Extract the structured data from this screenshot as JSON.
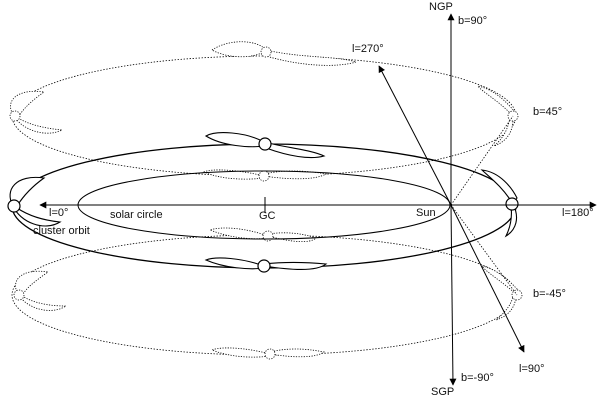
{
  "labels": {
    "ngp": "NGP",
    "sgp": "SGP",
    "b90": "b=90°",
    "bm90": "b=-90°",
    "b45": "b=45°",
    "bm45": "b=-45°",
    "l270": "l=270°",
    "l90": "l=90°",
    "l0": "l=0°",
    "l180": "l=180°",
    "gc": "GC",
    "sun": "Sun",
    "solar_circle": "solar circle",
    "cluster_orbit": "cluster orbit"
  }
}
